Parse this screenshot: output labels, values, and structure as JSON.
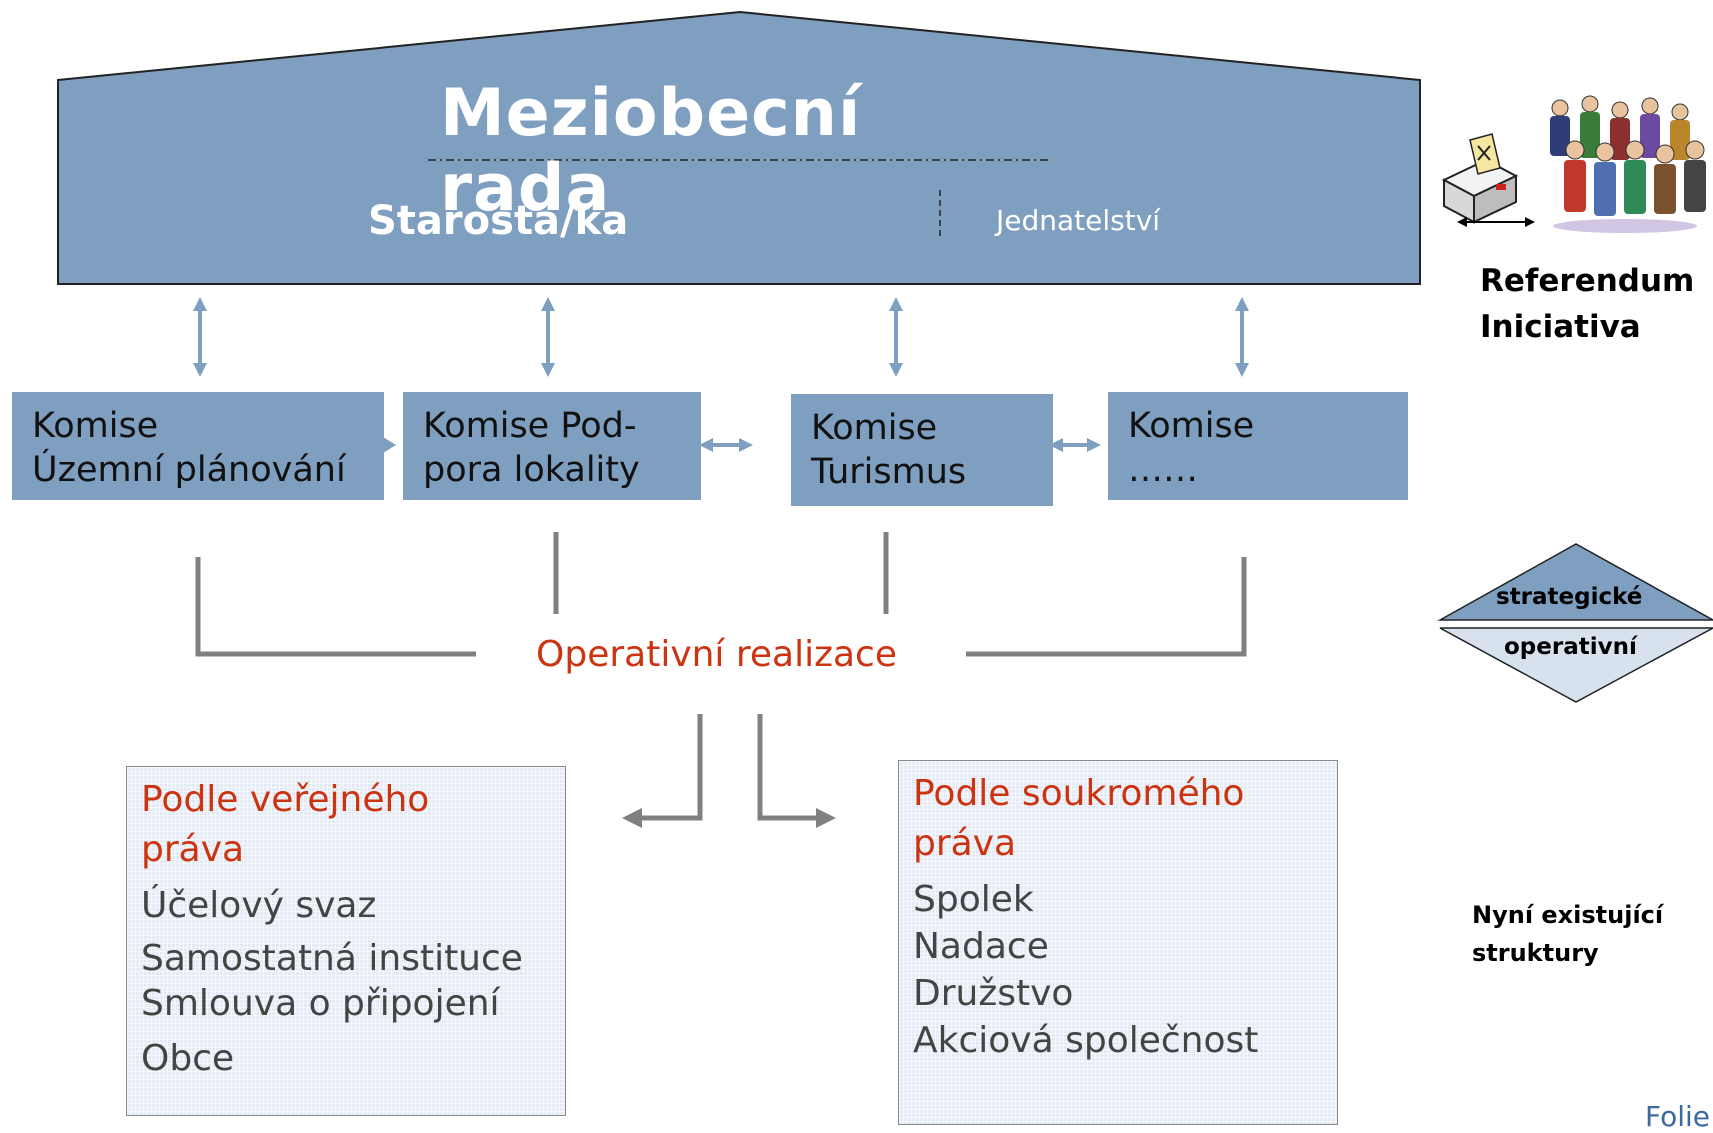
{
  "council": {
    "title": "Meziobecní rada",
    "mayor": "Starosta/ka",
    "executive": "Jednatelství"
  },
  "commissions": [
    {
      "line1": "Komise",
      "line2": "Územní plánování"
    },
    {
      "line1": "Komise Pod-",
      "line2": "pora lokality"
    },
    {
      "line1": "Komise",
      "line2": "Turismus"
    },
    {
      "line1": "Komise",
      "line2": "……"
    }
  ],
  "operative": "Operativní realizace",
  "public_law": {
    "heading_line1": "Podle veřejného",
    "heading_line2": "práva",
    "items": [
      "Účelový svaz",
      "Samostatná instituce",
      "Smlouva o připojení",
      "Obce"
    ]
  },
  "private_law": {
    "heading_line1": "Podle soukromého",
    "heading_line2": "práva",
    "items": [
      "Spolek",
      "Nadace",
      "Družstvo",
      "Akciová společnost"
    ]
  },
  "referendum": {
    "line1": "Referendum",
    "line2": "Iniciativa"
  },
  "levels": {
    "top": "strategické",
    "bottom": "operativní"
  },
  "existing": {
    "line1": "Nyní existující",
    "line2": "struktury"
  },
  "footer": "Folie",
  "colors": {
    "box_blue": "#7f9fc0",
    "arrow_blue": "#7f9fc0",
    "accent_red": "#cc3311",
    "connector_gray": "#808080"
  }
}
